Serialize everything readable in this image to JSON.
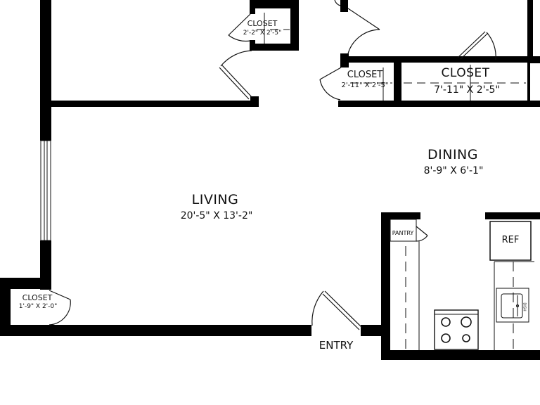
{
  "rooms": {
    "living": {
      "name": "LIVING",
      "dims": "20'-5\" X 13'-2\""
    },
    "dining": {
      "name": "DINING",
      "dims": "8'-9\" X 6'-1\""
    },
    "closet_top": {
      "name": "CLOSET",
      "dims": "2'-2\" X 2'-5\""
    },
    "closet_mid": {
      "name": "CLOSET",
      "dims": "2'-11\" X 2'-5\""
    },
    "closet_wide": {
      "name": "CLOSET",
      "dims": "7'-11\" X 2'-5\""
    },
    "closet_left": {
      "name": "CLOSET",
      "dims": "1'-9\" X 2'-0\""
    }
  },
  "labels": {
    "pantry": "PANTRY",
    "ref": "REF",
    "entry": "ENTRY",
    "sink_note": "DISH"
  },
  "colors": {
    "wall": "#000000",
    "background": "#ffffff",
    "line": "#111111"
  }
}
